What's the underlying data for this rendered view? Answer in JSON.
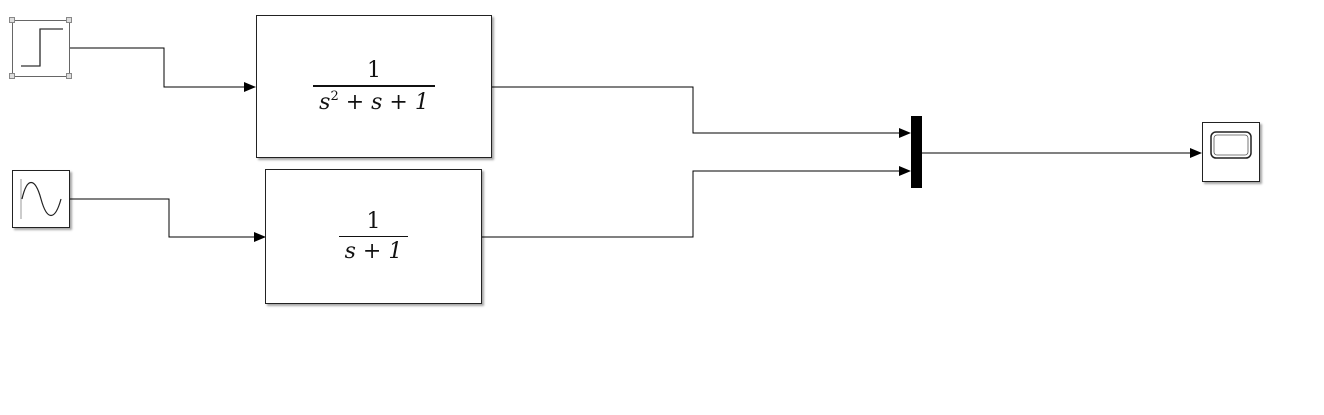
{
  "blocks": {
    "tf1": {
      "numerator": "1",
      "den_s": "s",
      "den_pow": "2",
      "den_rest": " + s + 1"
    },
    "tf2": {
      "numerator": "1",
      "denominator": "s + 1"
    }
  },
  "colors": {
    "line": "#000000",
    "block_border": "#222222",
    "mux": "#000000"
  }
}
